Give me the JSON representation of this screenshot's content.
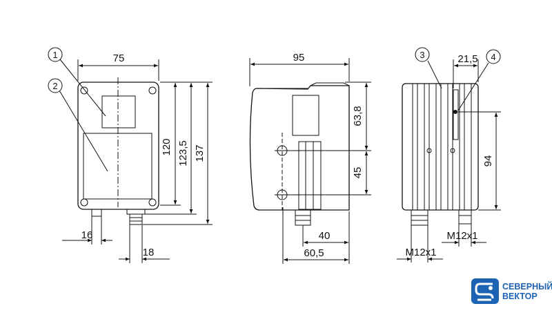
{
  "front_view": {
    "dim_width": "75",
    "dim_height_120": "120",
    "dim_height_123_5": "123,5",
    "dim_height_137": "137",
    "dim_16": "16",
    "dim_18": "18",
    "callout_1": "1",
    "callout_2": "2"
  },
  "side_view": {
    "dim_depth": "95",
    "dim_63_8": "63,8",
    "dim_45": "45",
    "dim_40": "40",
    "dim_60_5": "60,5"
  },
  "rear_view": {
    "dim_21_5": "21,5",
    "dim_94": "94",
    "connector_left": "M12x1",
    "connector_right": "M12x1",
    "callout_3": "3",
    "callout_4": "4"
  },
  "logo": {
    "line1": "СЕВЕРНЫЙ",
    "line2": "ВЕКТОР",
    "brand_color": "#1d63b3"
  }
}
